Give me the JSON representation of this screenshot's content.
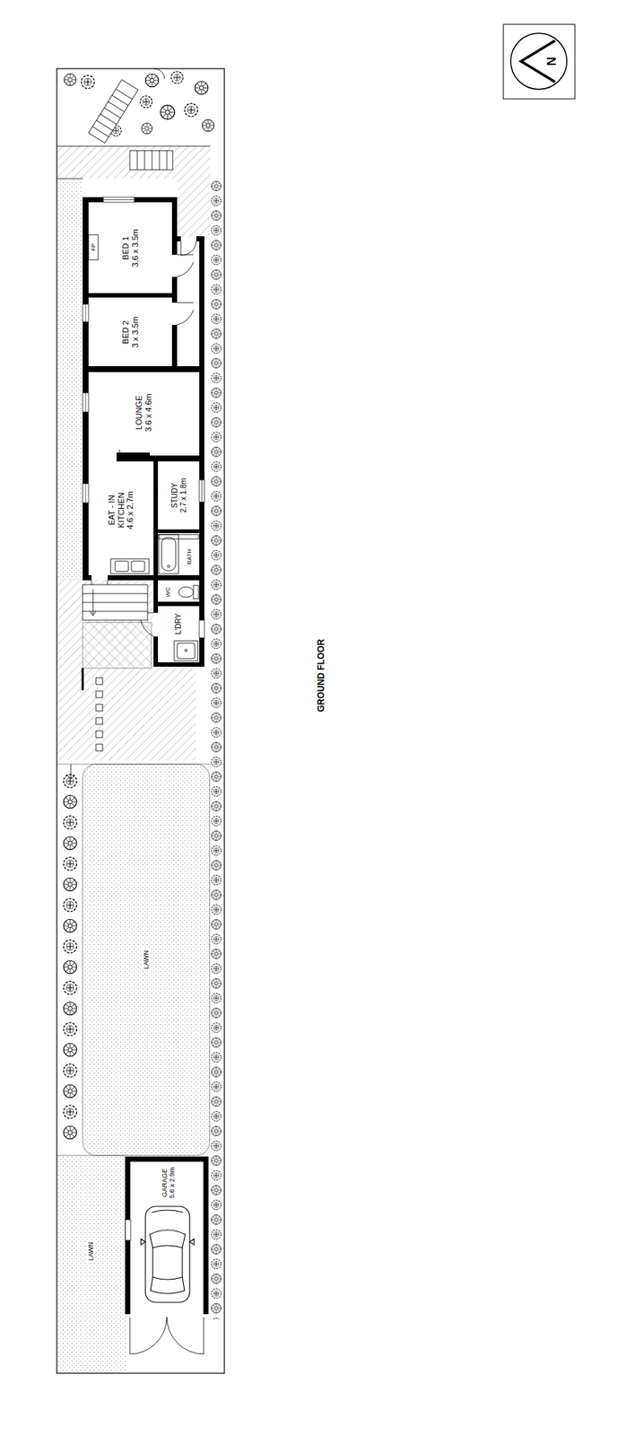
{
  "diagram": {
    "title": "GROUND FLOOR",
    "nodes": [
      {
        "text": [
          "BED 1",
          "3.6 x 3.5m"
        ]
      },
      {
        "text": [
          "BED 2",
          "3 x 3.5m"
        ]
      },
      {
        "text": [
          "LOUNGE",
          "3.6 x 4.6m"
        ]
      },
      {
        "text": [
          "STUDY",
          "2.7 x 1.8m"
        ]
      },
      {
        "text": [
          "EAT - IN KITCHEN",
          "4.6 x 2.7m"
        ]
      },
      {
        "text": [
          "BATH"
        ]
      },
      {
        "text": [
          "WC"
        ]
      },
      {
        "text": [
          "L'DRY"
        ]
      },
      {
        "text": [
          "LAWN"
        ]
      },
      {
        "text": [
          "GARAGE",
          "5.6 x 2.9m"
        ]
      },
      {
        "text": [
          "LAWN"
        ]
      }
    ],
    "labels": [
      "FP",
      "N"
    ]
  }
}
